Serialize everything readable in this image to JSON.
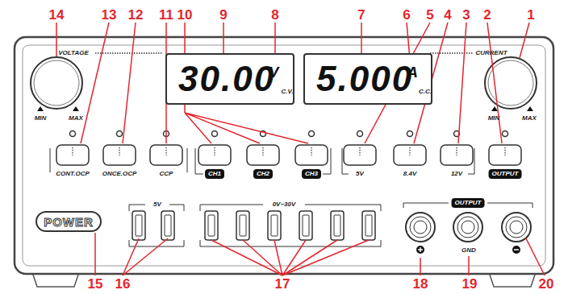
{
  "diagram": {
    "nodes": [
      {
        "text": [
          "30.00"
        ]
      },
      {
        "text": [
          "5.000"
        ]
      },
      {
        "text": [
          "POWER"
        ]
      }
    ],
    "labels": [
      "14",
      "13",
      "12",
      "11",
      "10",
      "9",
      "8",
      "7",
      "6",
      "5",
      "4",
      "3",
      "2",
      "1",
      "VOLTAGE",
      "CURRENT",
      "V",
      "C.V.",
      "A",
      "C.C.",
      "MIN",
      "MAX",
      "MIN",
      "MAX",
      "CONT.OCP",
      "ONCE.OCP",
      "CCP",
      "CH1",
      "CH2",
      "CH3",
      "5V",
      "8.4V",
      "12V",
      "OUTPUT",
      "5V",
      "0V~30V",
      "OUTPUT",
      "GND",
      "15",
      "16",
      "17",
      "18",
      "19",
      "20"
    ]
  }
}
